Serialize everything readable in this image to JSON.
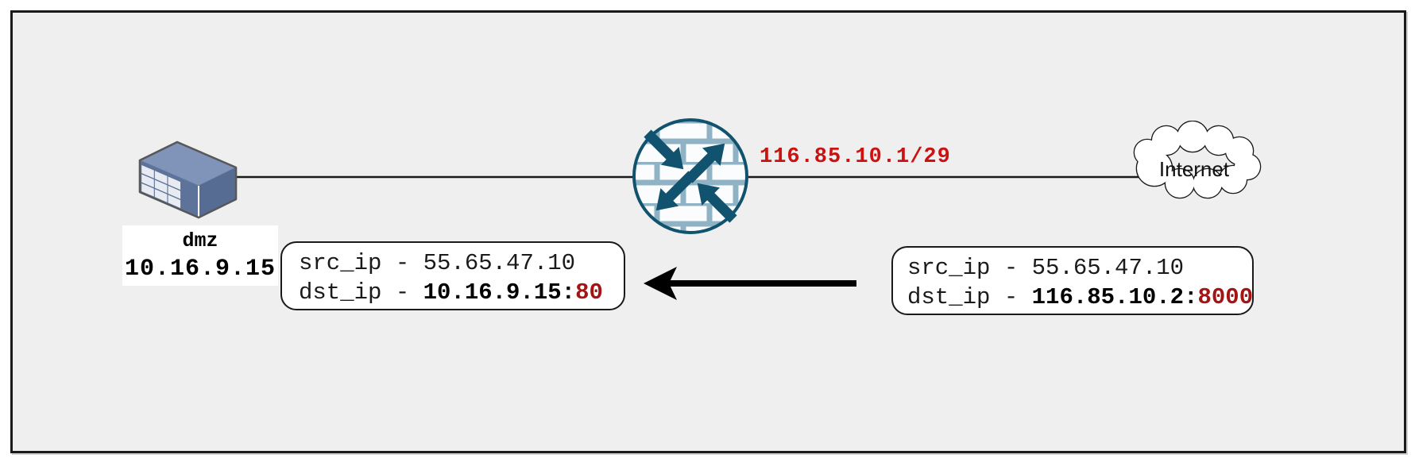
{
  "frame": {
    "background": "#efefef",
    "border_color": "#1a1a1a"
  },
  "nodes": {
    "server": {
      "label": "dmz",
      "ip": "10.16.9.15"
    },
    "firewall": {
      "wan_label": "116.85.10.1/29"
    },
    "internet": {
      "label": "Internet"
    }
  },
  "packets": {
    "translated": {
      "src_line": "src_ip - 55.65.47.10",
      "dst_prefix": "dst_ip - ",
      "dst_ip": "10.16.9.15",
      "colon": ":",
      "dst_port": "80"
    },
    "original": {
      "src_line": "src_ip - 55.65.47.10",
      "dst_prefix": "dst_ip - ",
      "dst_ip": "116.85.10.2",
      "colon": ":",
      "dst_port": "8000"
    }
  },
  "icons": {
    "server": "server-3d-icon",
    "firewall": "firewall-brick-arrows-icon",
    "internet": "cloud-icon",
    "nat_arrow": "left-arrow-icon"
  },
  "colors": {
    "wan_label_red": "#cc1111",
    "port_red": "#a31414",
    "firewall_teal": "#11536e",
    "firewall_brick": "#8fb3c5",
    "server_top": "#8093b8",
    "server_side": "#5a7095",
    "connector_line": "#1a1a1a"
  }
}
